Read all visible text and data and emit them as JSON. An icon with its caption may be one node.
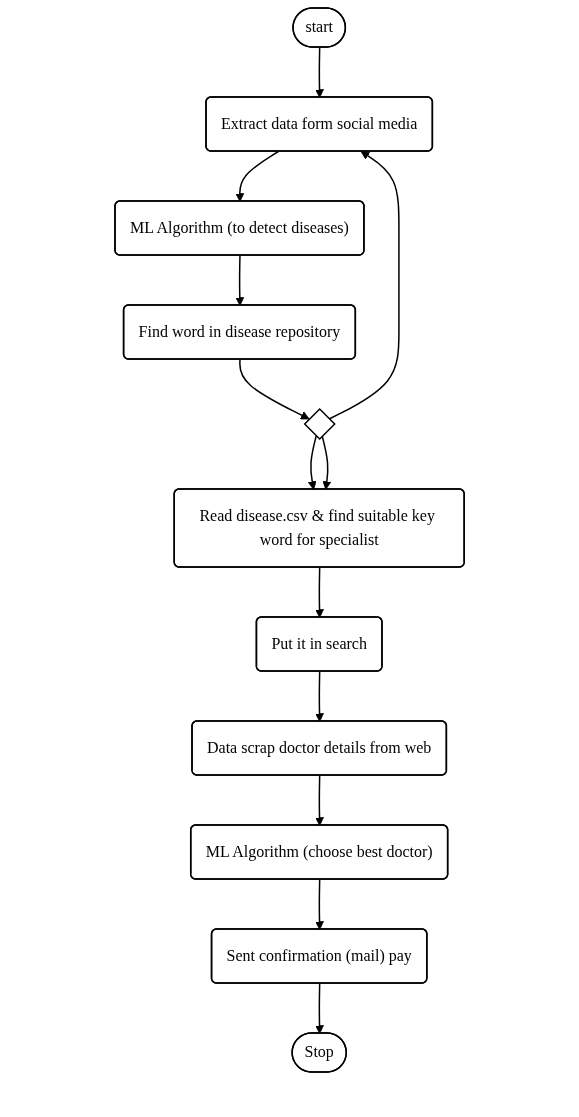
{
  "diagram": {
    "nodes": [
      {
        "text": [
          "start"
        ]
      },
      {
        "text": [
          "Extract data form social media"
        ]
      },
      {
        "text": [
          "ML Algorithm (to detect diseases)"
        ]
      },
      {
        "text": [
          "Find word in disease repository"
        ]
      },
      {
        "text": [],
        "shape": "diamond"
      },
      {
        "text": [
          "Read disease.csv & find suitable key word for specialist"
        ]
      },
      {
        "text": [
          "Put it in search"
        ]
      },
      {
        "text": [
          "Data scrap doctor details from web"
        ]
      },
      {
        "text": [
          "ML  Algorithm (choose best doctor)"
        ]
      },
      {
        "text": [
          "Sent confirmation (mail) pay"
        ]
      },
      {
        "text": [
          "Stop"
        ]
      }
    ],
    "edges": [
      {
        "from": 0,
        "to": 1,
        "arrow": "to"
      },
      {
        "from": 1,
        "to": 2,
        "arrow": "to"
      },
      {
        "from": 2,
        "to": 3,
        "arrow": "to"
      },
      {
        "from": 3,
        "to": 4,
        "arrow": "to"
      },
      {
        "from": 4,
        "to": 5,
        "arrow": "to"
      },
      {
        "from": 4,
        "to": 5,
        "arrow": "to"
      },
      {
        "from": 4,
        "to": 1,
        "arrow": "to"
      },
      {
        "from": 5,
        "to": 6,
        "arrow": "to"
      },
      {
        "from": 6,
        "to": 7,
        "arrow": "to"
      },
      {
        "from": 7,
        "to": 8,
        "arrow": "to"
      },
      {
        "from": 8,
        "to": 9,
        "arrow": "to"
      },
      {
        "from": 9,
        "to": 10,
        "arrow": "to"
      }
    ]
  }
}
